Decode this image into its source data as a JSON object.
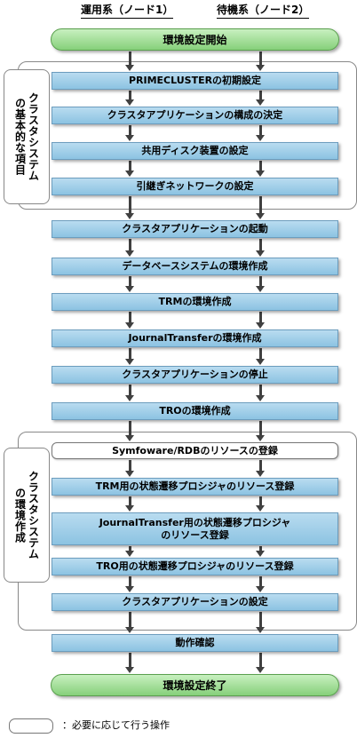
{
  "headers": {
    "active": "運用系（ノード1）",
    "standby": "待機系（ノード2）"
  },
  "start": "環境設定開始",
  "end": "環境設定終了",
  "group1": {
    "label_lines": [
      "クラスタシステム",
      "の基本的な項目"
    ]
  },
  "group2": {
    "label_lines": [
      "クラスタシステム",
      "の環境作成"
    ]
  },
  "steps": [
    "PRIMECLUSTERの初期設定",
    "クラスタアプリケーションの構成の決定",
    "共用ディスク装置の設定",
    "引継ぎネットワークの設定",
    "クラスタアプリケーションの起動",
    "データベースシステムの環境作成",
    "TRMの環境作成",
    "JournalTransferの環境作成",
    "クラスタアプリケーションの停止",
    "TROの環境作成",
    "Symfoware/RDBのリソースの登録",
    "TRM用の状態遷移プロシジャのリソース登録",
    "JournalTransfer用の状態遷移プロシジャ\nのリソース登録",
    "TRO用の状態遷移プロシジャのリソース登録",
    "クラスタアプリケーションの設定",
    "動作確認"
  ],
  "legend": {
    "text": "：必要に応じて行う操作"
  }
}
